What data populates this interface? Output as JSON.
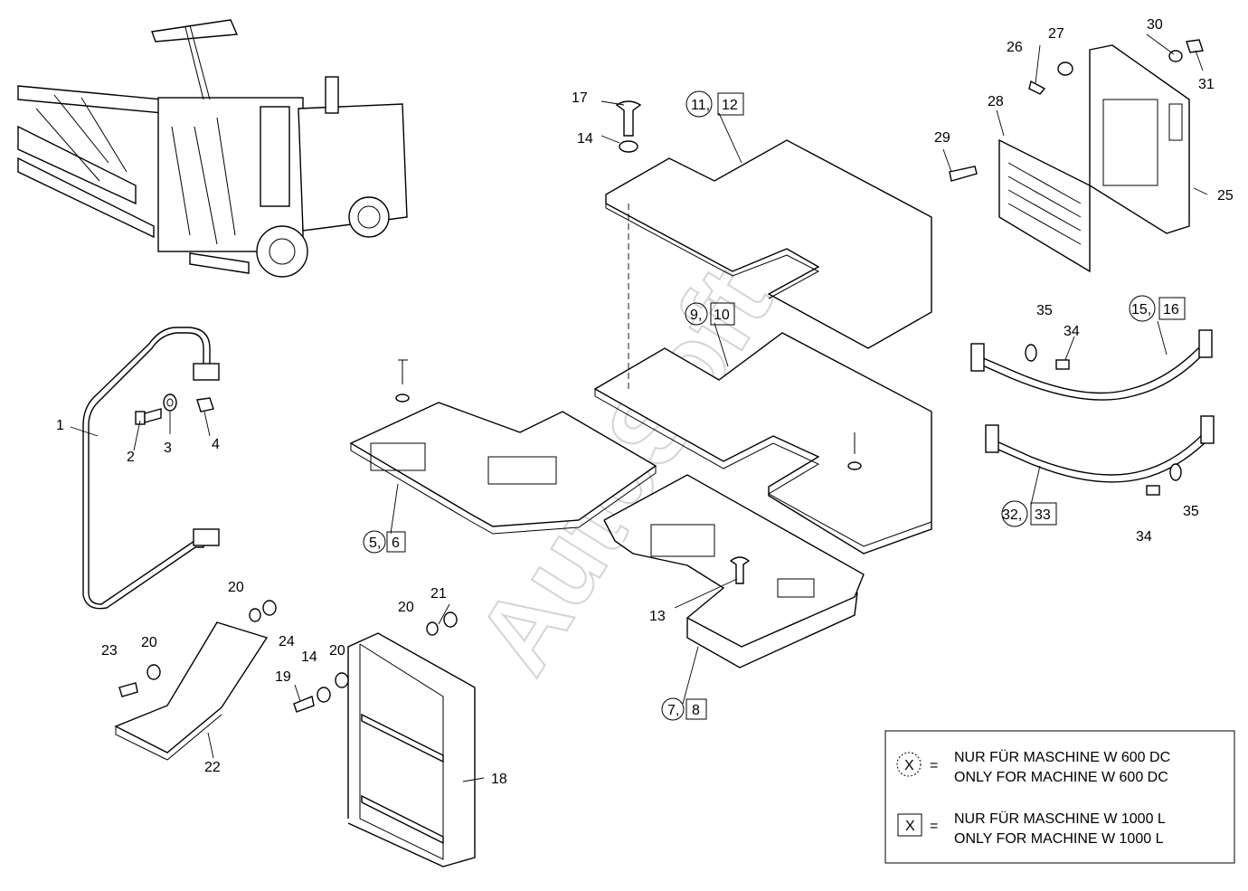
{
  "watermark": "AutoSoft",
  "callouts": [
    {
      "id": "c1",
      "text": "1"
    },
    {
      "id": "c2",
      "text": "2"
    },
    {
      "id": "c3",
      "text": "3"
    },
    {
      "id": "c4",
      "text": "4"
    },
    {
      "id": "c5",
      "text": "5,"
    },
    {
      "id": "c6",
      "text": "6"
    },
    {
      "id": "c7",
      "text": "7,"
    },
    {
      "id": "c8",
      "text": "8"
    },
    {
      "id": "c9",
      "text": "9,"
    },
    {
      "id": "c10",
      "text": "10"
    },
    {
      "id": "c11",
      "text": "11,"
    },
    {
      "id": "c12",
      "text": "12"
    },
    {
      "id": "c13",
      "text": "13"
    },
    {
      "id": "c14a",
      "text": "14"
    },
    {
      "id": "c14b",
      "text": "14"
    },
    {
      "id": "c15",
      "text": "15,"
    },
    {
      "id": "c16",
      "text": "16"
    },
    {
      "id": "c17",
      "text": "17"
    },
    {
      "id": "c18",
      "text": "18"
    },
    {
      "id": "c19",
      "text": "19"
    },
    {
      "id": "c20a",
      "text": "20"
    },
    {
      "id": "c20b",
      "text": "20"
    },
    {
      "id": "c20c",
      "text": "20"
    },
    {
      "id": "c20d",
      "text": "20"
    },
    {
      "id": "c21",
      "text": "21"
    },
    {
      "id": "c22",
      "text": "22"
    },
    {
      "id": "c23",
      "text": "23"
    },
    {
      "id": "c24",
      "text": "24"
    },
    {
      "id": "c25",
      "text": "25"
    },
    {
      "id": "c26",
      "text": "26"
    },
    {
      "id": "c27",
      "text": "27"
    },
    {
      "id": "c28",
      "text": "28"
    },
    {
      "id": "c29",
      "text": "29"
    },
    {
      "id": "c30",
      "text": "30"
    },
    {
      "id": "c31",
      "text": "31"
    },
    {
      "id": "c32",
      "text": "32,"
    },
    {
      "id": "c33",
      "text": "33"
    },
    {
      "id": "c34a",
      "text": "34"
    },
    {
      "id": "c34b",
      "text": "34"
    },
    {
      "id": "c35a",
      "text": "35"
    },
    {
      "id": "c35b",
      "text": "35"
    }
  ],
  "legend": {
    "circle_symbol": "X",
    "box_symbol": "X",
    "equals": "=",
    "circle_line1": "NUR FÜR MASCHINE W 600 DC",
    "circle_line2": "ONLY FOR MACHINE W 600 DC",
    "box_line1": "NUR FÜR MASCHINE W 1000 L",
    "box_line2": "ONLY FOR MACHINE W 1000 L"
  }
}
